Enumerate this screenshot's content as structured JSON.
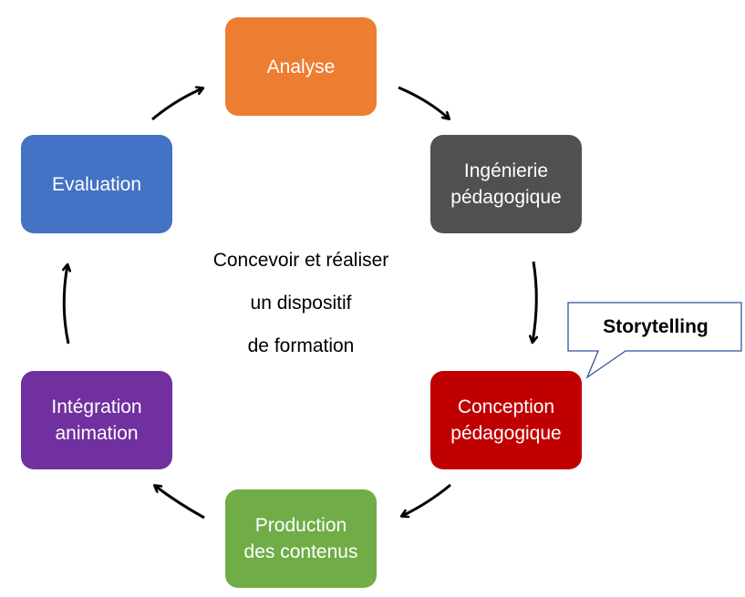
{
  "diagram": {
    "center_lines": [
      "Concevoir et réaliser",
      "un dispositif",
      "de formation"
    ],
    "nodes": [
      {
        "id": "analyse",
        "lines": [
          "Analyse"
        ],
        "color": "#ED7D31"
      },
      {
        "id": "ingenierie",
        "lines": [
          "Ingénierie",
          "pédagogique"
        ],
        "color": "#505050"
      },
      {
        "id": "conception",
        "lines": [
          "Conception",
          "pédagogique"
        ],
        "color": "#C00000"
      },
      {
        "id": "production",
        "lines": [
          "Production",
          "des contenus"
        ],
        "color": "#70AD47"
      },
      {
        "id": "integration",
        "lines": [
          "Intégration",
          "animation"
        ],
        "color": "#7030A0"
      },
      {
        "id": "evaluation",
        "lines": [
          "Evaluation"
        ],
        "color": "#4472C4"
      }
    ],
    "callout": {
      "label": "Storytelling",
      "attached_to": "conception"
    },
    "cycle_order": [
      "analyse",
      "ingenierie",
      "conception",
      "production",
      "integration",
      "evaluation"
    ]
  }
}
